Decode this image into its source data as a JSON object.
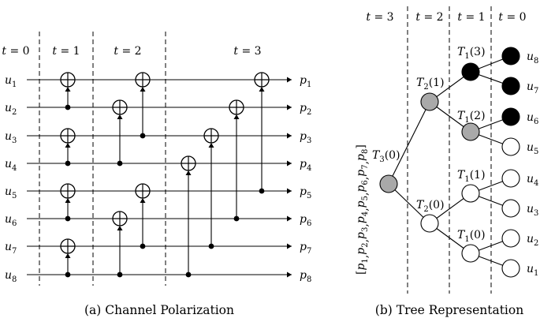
{
  "panel_a": {
    "caption": "(a) Channel Polarization",
    "stage_labels": [
      {
        "t": "t",
        "eq": " = ",
        "v": "0"
      },
      {
        "t": "t",
        "eq": " = ",
        "v": "1"
      },
      {
        "t": "t",
        "eq": " = ",
        "v": "2"
      },
      {
        "t": "t",
        "eq": " = ",
        "v": "3"
      }
    ],
    "inputs": [
      {
        "base": "u",
        "sub": "1"
      },
      {
        "base": "u",
        "sub": "2"
      },
      {
        "base": "u",
        "sub": "3"
      },
      {
        "base": "u",
        "sub": "4"
      },
      {
        "base": "u",
        "sub": "5"
      },
      {
        "base": "u",
        "sub": "6"
      },
      {
        "base": "u",
        "sub": "7"
      },
      {
        "base": "u",
        "sub": "8"
      }
    ],
    "outputs": [
      {
        "base": "p",
        "sub": "1"
      },
      {
        "base": "p",
        "sub": "2"
      },
      {
        "base": "p",
        "sub": "3"
      },
      {
        "base": "p",
        "sub": "4"
      },
      {
        "base": "p",
        "sub": "5"
      },
      {
        "base": "p",
        "sub": "6"
      },
      {
        "base": "p",
        "sub": "7"
      },
      {
        "base": "p",
        "sub": "8"
      }
    ]
  },
  "panel_b": {
    "caption": "(b) Tree Representation",
    "stage_labels": [
      {
        "t": "t",
        "eq": " = ",
        "v": "3"
      },
      {
        "t": "t",
        "eq": " = ",
        "v": "2"
      },
      {
        "t": "t",
        "eq": " = ",
        "v": "1"
      },
      {
        "t": "t",
        "eq": " = ",
        "v": "0"
      }
    ],
    "root_vector": {
      "open": "[",
      "items": [
        {
          "base": "p",
          "sub": "1"
        },
        {
          "base": "p",
          "sub": "2"
        },
        {
          "base": "p",
          "sub": "3"
        },
        {
          "base": "p",
          "sub": "4"
        },
        {
          "base": "p",
          "sub": "5"
        },
        {
          "base": "p",
          "sub": "6"
        },
        {
          "base": "p",
          "sub": "7"
        },
        {
          "base": "p",
          "sub": "8"
        }
      ],
      "sep": ",",
      "close": "]"
    },
    "node_labels": [
      {
        "base": "T",
        "sub": "3",
        "arg": "(0)"
      },
      {
        "base": "T",
        "sub": "2",
        "arg": "(1)"
      },
      {
        "base": "T",
        "sub": "2",
        "arg": "(0)"
      },
      {
        "base": "T",
        "sub": "1",
        "arg": "(3)"
      },
      {
        "base": "T",
        "sub": "1",
        "arg": "(2)"
      },
      {
        "base": "T",
        "sub": "1",
        "arg": "(1)"
      },
      {
        "base": "T",
        "sub": "1",
        "arg": "(0)"
      }
    ],
    "leaf_labels": [
      {
        "base": "u",
        "sub": "8"
      },
      {
        "base": "u",
        "sub": "7"
      },
      {
        "base": "u",
        "sub": "6"
      },
      {
        "base": "u",
        "sub": "5"
      },
      {
        "base": "u",
        "sub": "4"
      },
      {
        "base": "u",
        "sub": "3"
      },
      {
        "base": "u",
        "sub": "2"
      },
      {
        "base": "u",
        "sub": "1"
      }
    ],
    "node_fill": {
      "root": "#a9a9a9",
      "grey": "#a9a9a9",
      "black": "#000000",
      "white": "#ffffff"
    }
  }
}
